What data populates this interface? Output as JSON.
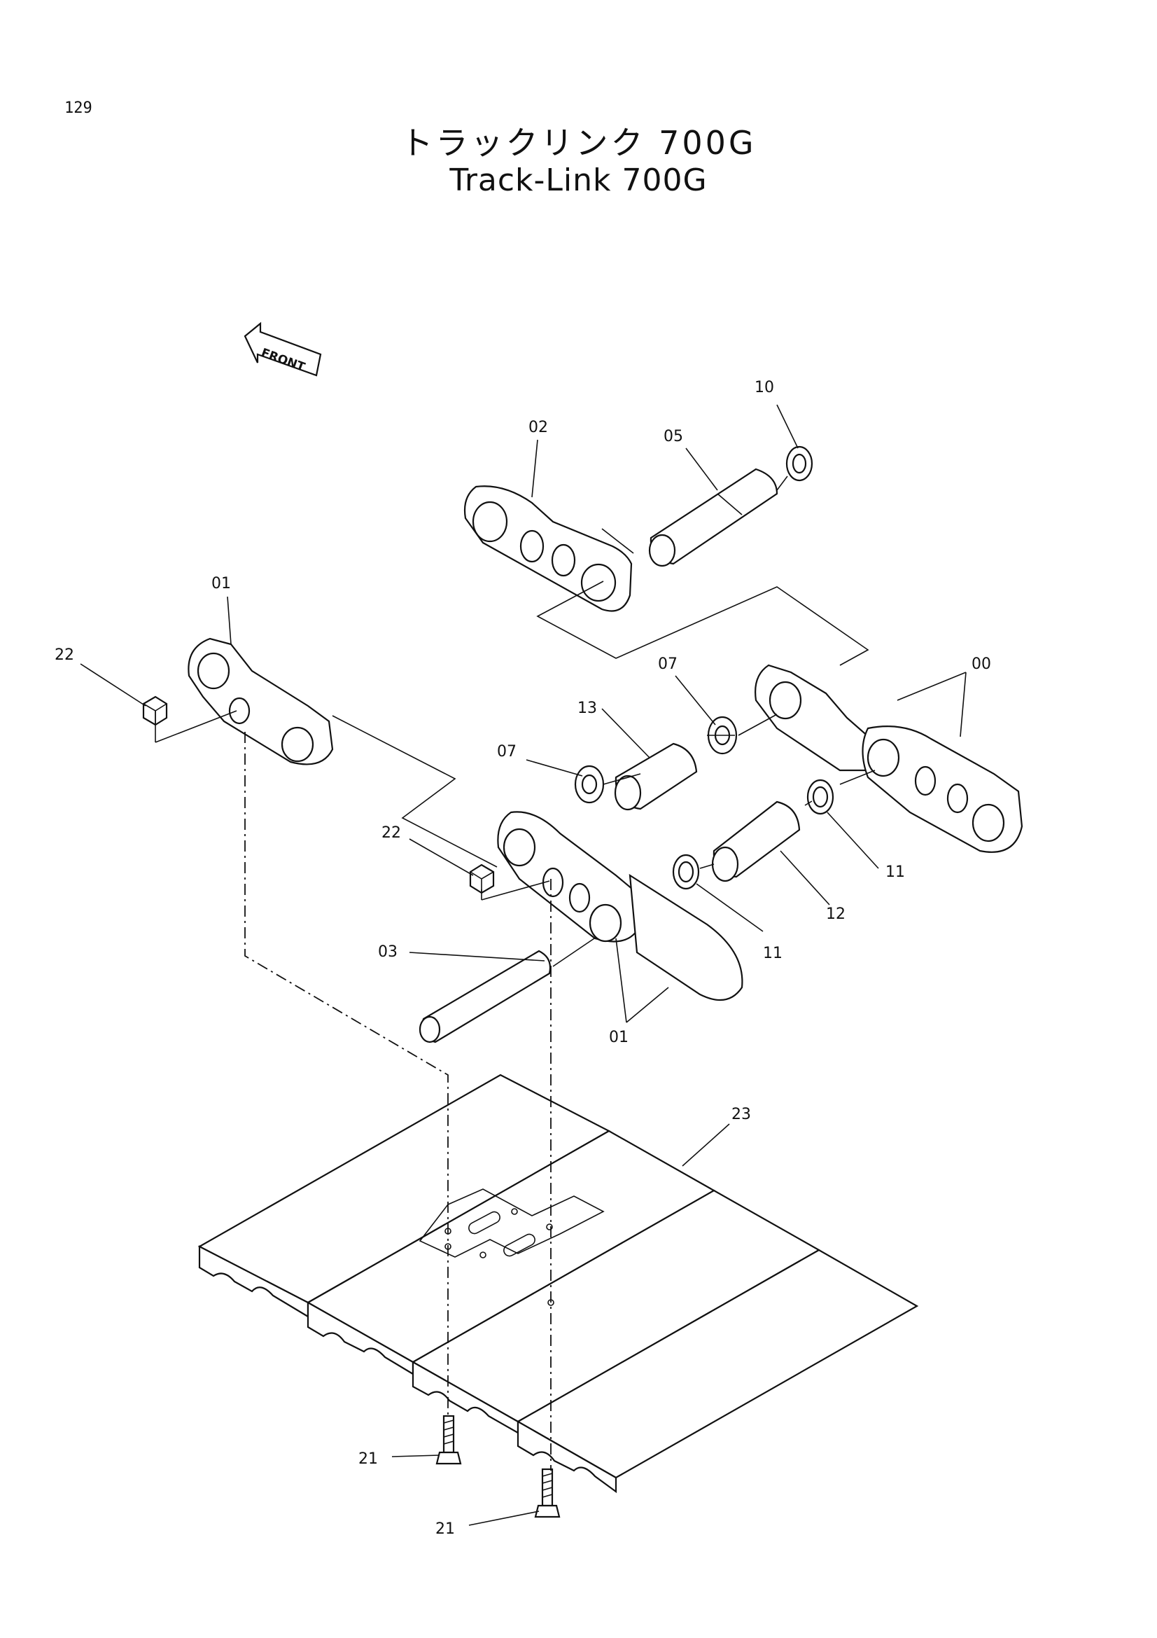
{
  "page_number": "129",
  "title_jp": "トラックリンク 700G",
  "title_en": "Track-Link 700G",
  "front_arrow_label": "FRONT",
  "callouts": [
    {
      "id": "c10",
      "label": "10"
    },
    {
      "id": "c02",
      "label": "02"
    },
    {
      "id": "c05",
      "label": "05"
    },
    {
      "id": "c01a",
      "label": "01"
    },
    {
      "id": "c22a",
      "label": "22"
    },
    {
      "id": "c07a",
      "label": "07"
    },
    {
      "id": "c00",
      "label": "00"
    },
    {
      "id": "c13",
      "label": "13"
    },
    {
      "id": "c07b",
      "label": "07"
    },
    {
      "id": "c22b",
      "label": "22"
    },
    {
      "id": "c11a",
      "label": "11"
    },
    {
      "id": "c03",
      "label": "03"
    },
    {
      "id": "c12",
      "label": "12"
    },
    {
      "id": "c11b",
      "label": "11"
    },
    {
      "id": "c01b",
      "label": "01"
    },
    {
      "id": "c23",
      "label": "23"
    },
    {
      "id": "c21a",
      "label": "21"
    },
    {
      "id": "c21b",
      "label": "21"
    }
  ]
}
